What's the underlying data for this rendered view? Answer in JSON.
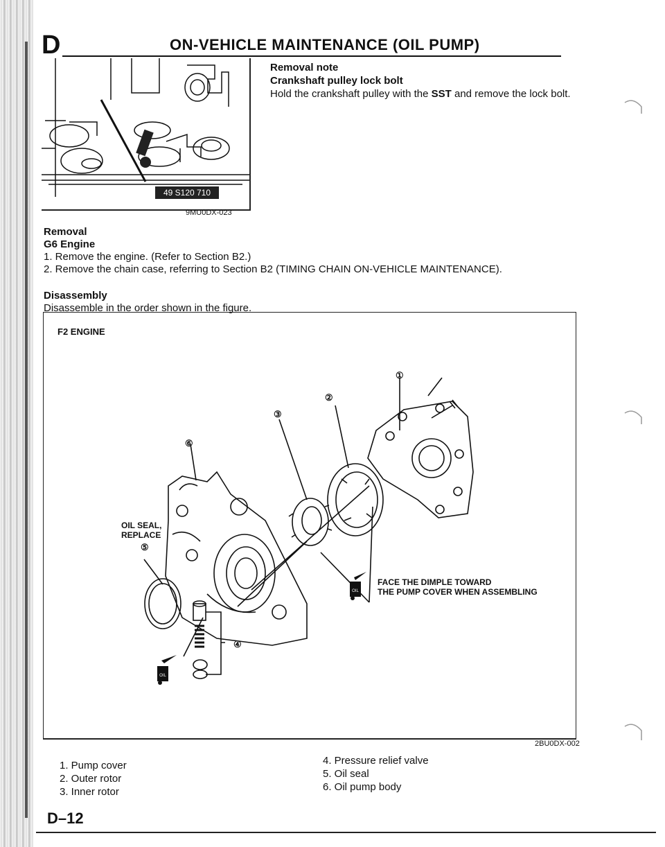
{
  "header": {
    "section_letter": "D",
    "title": "ON-VEHICLE MAINTENANCE (OIL PUMP)"
  },
  "figure1": {
    "sst_label": "49 S120 710",
    "code": "9MU0DX-023"
  },
  "removal_note": {
    "heading": "Removal note",
    "subheading": "Crankshaft pulley lock bolt",
    "text_before": "Hold the crankshaft pulley with the ",
    "text_bold": "SST",
    "text_after": " and remove the lock bolt."
  },
  "removal": {
    "heading": "Removal",
    "subheading": "G6 Engine",
    "steps": [
      "1. Remove the engine. (Refer to Section B2.)",
      "2. Remove the chain case, referring to Section B2 (TIMING CHAIN ON-VEHICLE MAINTENANCE)."
    ]
  },
  "disassembly": {
    "heading": "Disassembly",
    "text": "Disassemble in the order shown in the figure."
  },
  "figure2": {
    "engine_label": "F2 ENGINE",
    "callouts": [
      "①",
      "②",
      "③",
      "④",
      "⑤",
      "⑥"
    ],
    "oil_seal_note": [
      "OIL SEAL,",
      "REPLACE"
    ],
    "dimple_note": [
      "FACE THE DIMPLE TOWARD",
      "THE PUMP COVER WHEN ASSEMBLING"
    ],
    "oil_icon_text": "OIL",
    "code": "2BU0DX-002"
  },
  "legend": {
    "left": [
      "1. Pump cover",
      "2. Outer rotor",
      "3. Inner rotor"
    ],
    "right": [
      "4. Pressure relief valve",
      "5. Oil seal",
      "6. Oil pump body"
    ]
  },
  "footer": {
    "page_number": "D–12"
  }
}
